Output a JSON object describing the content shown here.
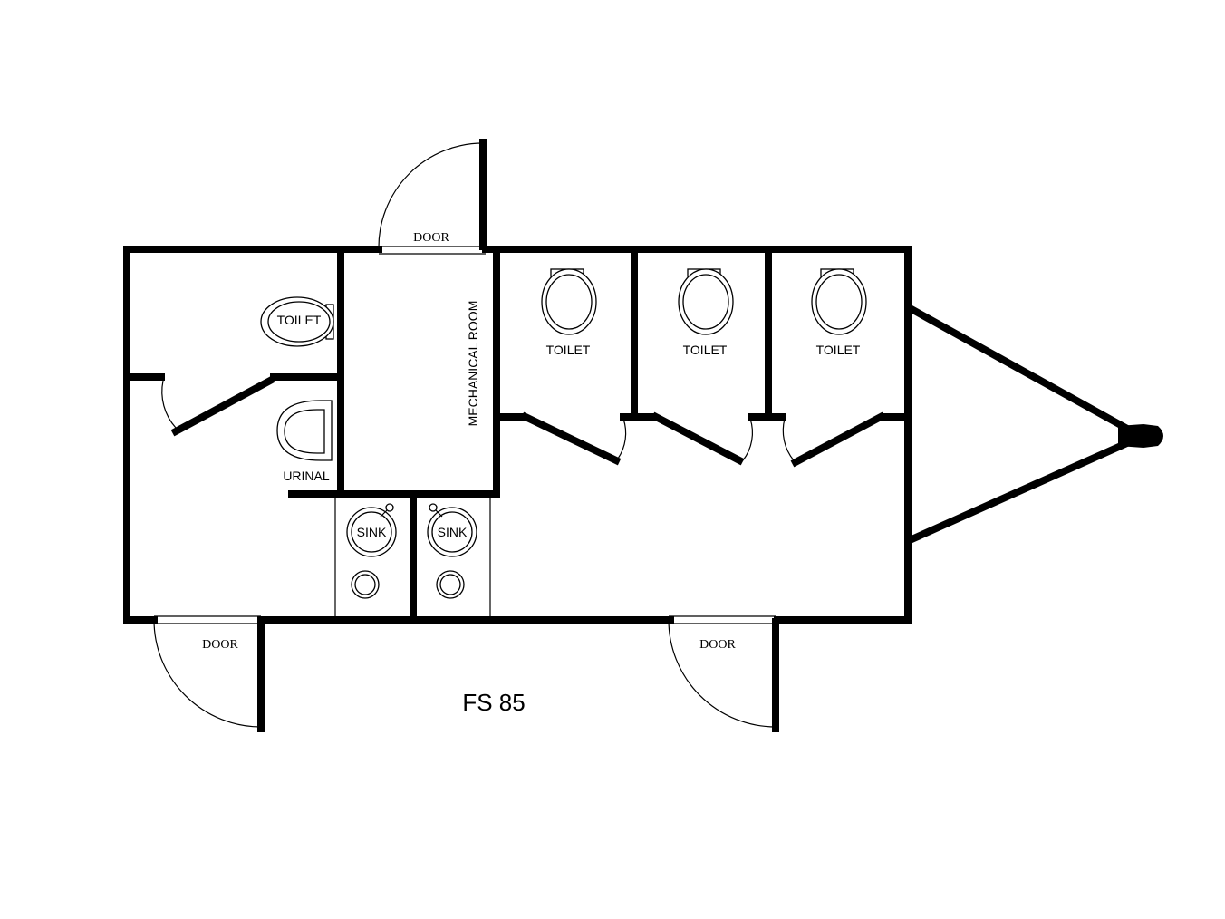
{
  "plan": {
    "title": "FS 85",
    "labels": {
      "door": "DOOR",
      "toilet": "TOILET",
      "urinal": "URINAL",
      "sink": "SINK",
      "mechanical_room": "MECHANICAL ROOM"
    }
  },
  "colors": {
    "line": "#000000",
    "background": "#ffffff"
  }
}
